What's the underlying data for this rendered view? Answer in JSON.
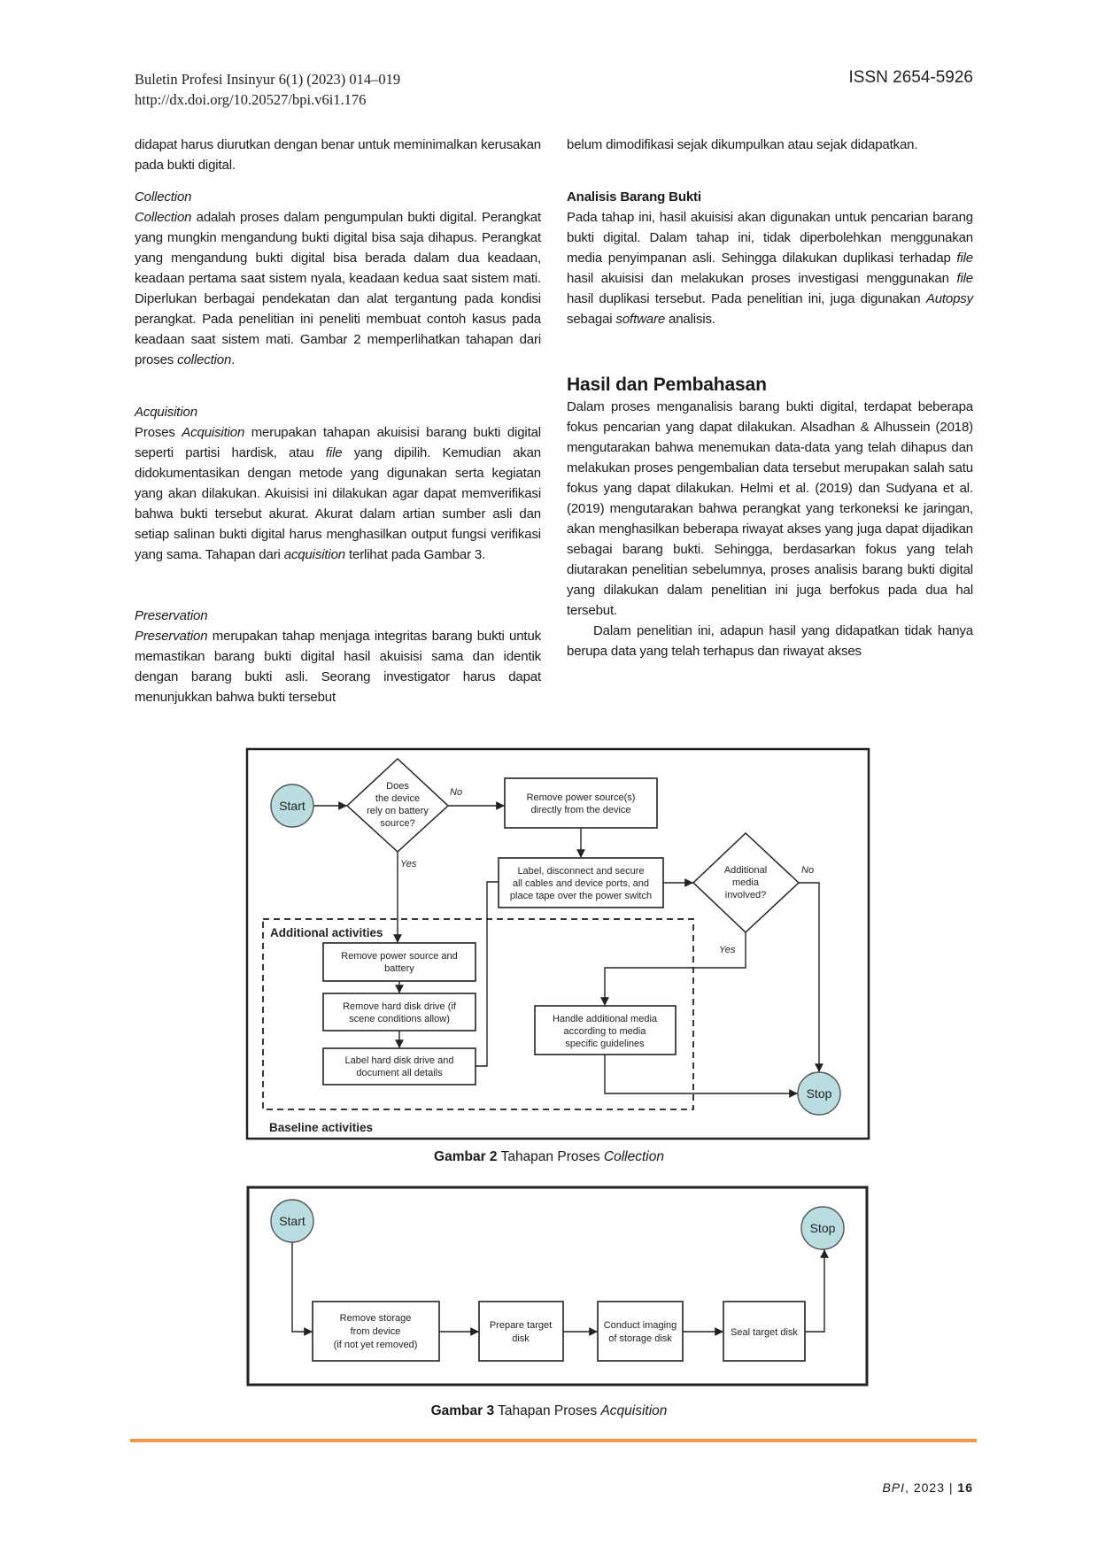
{
  "header": {
    "journal": "Buletin Profesi Insinyur 6(1) (2023) 014–019",
    "doi": "http://dx.doi.org/10.20527/bpi.v6i1.176",
    "issn": "ISSN 2654-5926"
  },
  "left": {
    "p0": [
      {
        "t": "didapat harus diurutkan dengan benar untuk meminimalkan kerusakan pada bukti digital."
      }
    ],
    "collection_heading": "Collection",
    "p1": [
      {
        "t": "Collection",
        "i": true
      },
      {
        "t": " adalah proses dalam pengumpulan bukti digital. Perangkat yang mungkin mengandung bukti digital bisa saja dihapus. Perangkat yang mengandung bukti digital bisa berada dalam dua keadaan, keadaan pertama saat sistem nyala, keadaan kedua saat sistem mati. Diperlukan berbagai pendekatan dan alat tergantung pada kondisi perangkat. Pada penelitian ini peneliti membuat contoh kasus pada keadaan saat sistem mati. Gambar 2 memperlihatkan tahapan dari proses "
      },
      {
        "t": "collection",
        "i": true
      },
      {
        "t": "."
      }
    ],
    "acquisition_heading": "Acquisition",
    "p2": [
      {
        "t": "Proses "
      },
      {
        "t": "Acquisition",
        "i": true
      },
      {
        "t": " merupakan tahapan akuisisi barang bukti digital seperti partisi hardisk, atau "
      },
      {
        "t": "file",
        "i": true
      },
      {
        "t": " yang dipilih. Kemudian akan didokumentasikan dengan metode yang digunakan serta kegiatan yang akan dilakukan. Akuisisi ini dilakukan agar dapat memverifikasi bahwa bukti tersebut akurat. Akurat dalam artian sumber asli dan setiap salinan bukti digital harus menghasilkan output fungsi verifikasi yang sama. Tahapan dari "
      },
      {
        "t": "acquisition",
        "i": true
      },
      {
        "t": " terlihat pada Gambar 3."
      }
    ],
    "preservation_heading": "Preservation",
    "p3": [
      {
        "t": "Preservation",
        "i": true
      },
      {
        "t": " merupakan tahap menjaga integritas barang bukti untuk memastikan barang bukti digital hasil akuisisi sama dan identik dengan barang bukti asli. Seorang investigator harus dapat menunjukkan bahwa bukti tersebut"
      }
    ]
  },
  "right": {
    "p0": [
      {
        "t": "belum dimodifikasi sejak dikumpulkan atau sejak didapatkan."
      }
    ],
    "analisis_heading": "Analisis Barang Bukti",
    "p1": [
      {
        "t": "Pada tahap ini, hasil akuisisi akan digunakan untuk pencarian barang bukti digital. Dalam tahap ini, tidak diperbolehkan menggunakan media penyimpanan asli. Sehingga dilakukan duplikasi terhadap "
      },
      {
        "t": "file",
        "i": true
      },
      {
        "t": " hasil akuisisi dan melakukan proses investigasi menggunakan "
      },
      {
        "t": "file",
        "i": true
      },
      {
        "t": " hasil duplikasi tersebut. Pada penelitian ini, juga digunakan "
      },
      {
        "t": "Autopsy",
        "i": true
      },
      {
        "t": " sebagai "
      },
      {
        "t": "software",
        "i": true
      },
      {
        "t": " analisis."
      }
    ],
    "section_heading": "Hasil dan Pembahasan",
    "p2": [
      {
        "t": "Dalam proses menganalisis barang bukti digital, terdapat beberapa fokus pencarian yang dapat dilakukan. Alsadhan & Alhussein (2018) mengutarakan bahwa menemukan data-data yang telah dihapus dan melakukan proses pengembalian data tersebut merupakan salah satu fokus yang dapat dilakukan. Helmi et al. (2019) dan Sudyana et al. (2019) mengutarakan bahwa perangkat yang terkoneksi ke jaringan, akan menghasilkan beberapa riwayat akses yang juga dapat dijadikan sebagai barang bukti. Sehingga, berdasarkan fokus yang telah diutarakan penelitian sebelumnya, proses analisis barang bukti digital yang dilakukan dalam penelitian ini juga berfokus pada dua hal tersebut."
      }
    ],
    "p3": [
      {
        "t": "Dalam penelitian ini, adapun hasil yang didapatkan tidak hanya berupa data yang telah terhapus dan riwayat akses"
      }
    ]
  },
  "fig2": {
    "start": "Start",
    "stop": "Stop",
    "q1": [
      "Does",
      "the device",
      "rely on battery",
      "source?"
    ],
    "no": "No",
    "yes": "Yes",
    "box1": [
      "Remove power source(s)",
      "directly from the device"
    ],
    "box2": [
      "Label, disconnect and secure",
      "all cables and device ports, and",
      "place tape over the power switch"
    ],
    "q2": [
      "Additional",
      "media",
      "involved?"
    ],
    "additional": "Additional activities",
    "boxA": [
      "Remove power source and",
      "battery"
    ],
    "boxB": [
      "Remove hard disk drive (if",
      "scene conditions allow)"
    ],
    "boxC": [
      "Label hard disk drive and",
      "document all details"
    ],
    "boxD": [
      "Handle additional media",
      "according to media",
      "specific guidelines"
    ],
    "baseline": "Baseline activities",
    "caption_bold": "Gambar 2",
    "caption_text": " Tahapan Proses ",
    "caption_italic": "Collection"
  },
  "fig3": {
    "start": "Start",
    "stop": "Stop",
    "box1": [
      "Remove storage",
      "from device",
      "(if not yet removed)"
    ],
    "box2": [
      "Prepare target",
      "disk"
    ],
    "box3": [
      "Conduct imaging",
      "of storage disk"
    ],
    "box4": [
      "Seal target disk"
    ],
    "caption_bold": "Gambar 3",
    "caption_text": " Tahapan Proses ",
    "caption_italic": "Acquisition"
  },
  "footer": {
    "journal": "BPI",
    "year": ", 2023",
    "sep": " | ",
    "page": "16"
  },
  "colors": {
    "accent": "#f79646",
    "node_fill": "#b9dde0"
  }
}
